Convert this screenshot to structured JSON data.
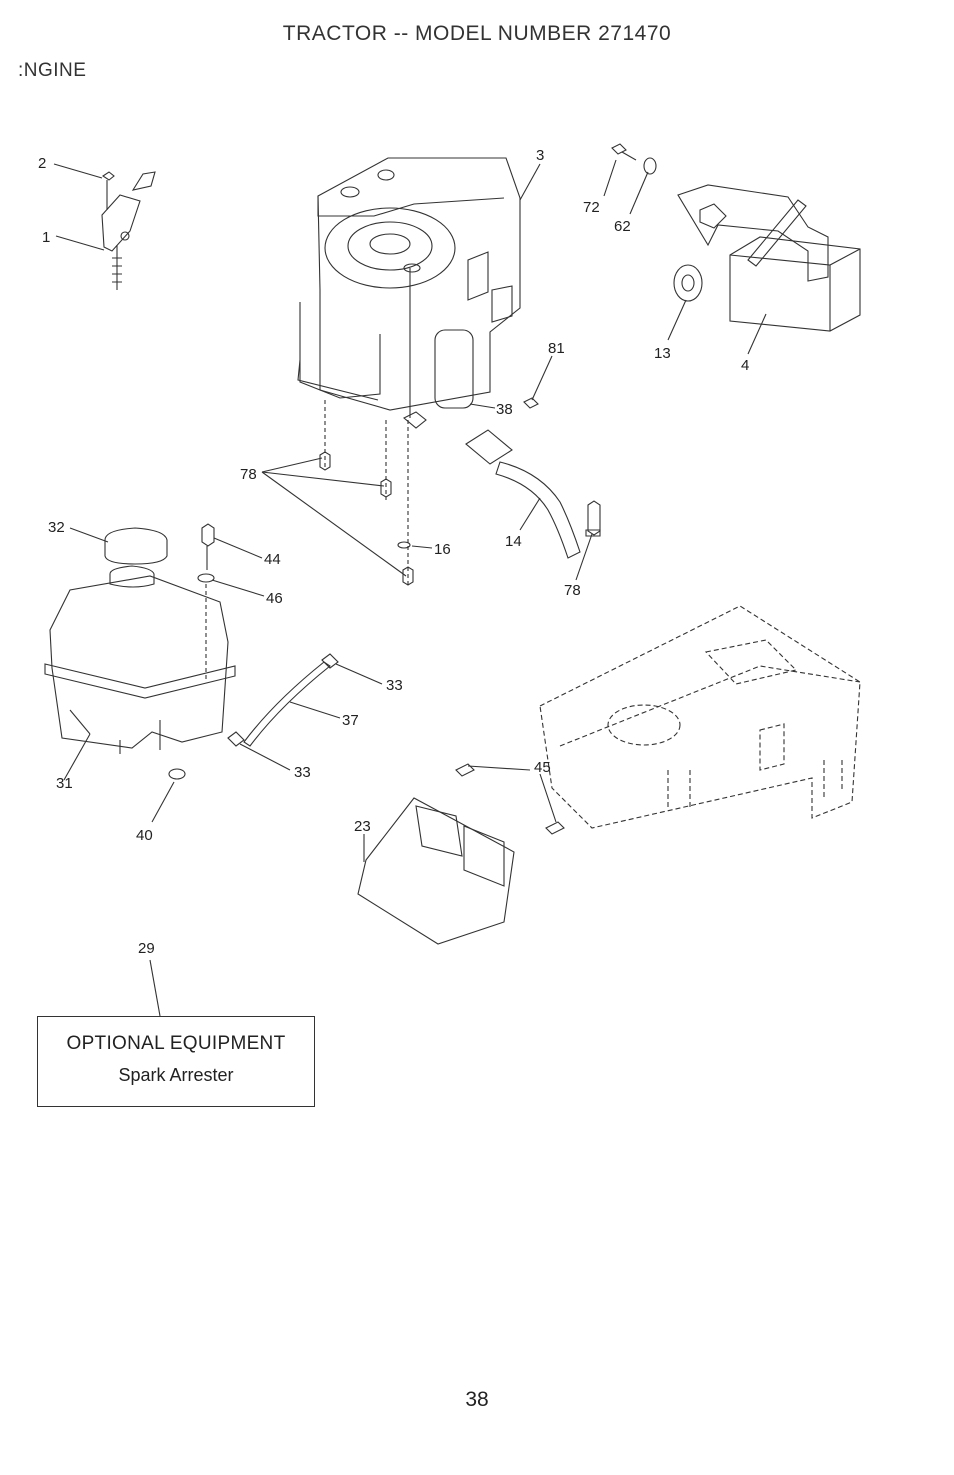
{
  "header": {
    "title": "TRACTOR -- MODEL NUMBER 271470",
    "section": ":NGINE"
  },
  "callouts": [
    {
      "id": "c2",
      "label": "2"
    },
    {
      "id": "c1",
      "label": "1"
    },
    {
      "id": "c3",
      "label": "3"
    },
    {
      "id": "c72",
      "label": "72"
    },
    {
      "id": "c62",
      "label": "62"
    },
    {
      "id": "c13",
      "label": "13"
    },
    {
      "id": "c4",
      "label": "4"
    },
    {
      "id": "c81",
      "label": "81"
    },
    {
      "id": "c38",
      "label": "38"
    },
    {
      "id": "c78a",
      "label": "78"
    },
    {
      "id": "c16",
      "label": "16"
    },
    {
      "id": "c14",
      "label": "14"
    },
    {
      "id": "c78b",
      "label": "78"
    },
    {
      "id": "c32",
      "label": "32"
    },
    {
      "id": "c44",
      "label": "44"
    },
    {
      "id": "c46",
      "label": "46"
    },
    {
      "id": "c33a",
      "label": "33"
    },
    {
      "id": "c37",
      "label": "37"
    },
    {
      "id": "c33b",
      "label": "33"
    },
    {
      "id": "c31",
      "label": "31"
    },
    {
      "id": "c40",
      "label": "40"
    },
    {
      "id": "c45",
      "label": "45"
    },
    {
      "id": "c23",
      "label": "23"
    },
    {
      "id": "c29",
      "label": "29"
    }
  ],
  "optional_equipment": {
    "heading": "OPTIONAL EQUIPMENT",
    "item": "Spark Arrester"
  },
  "footer": {
    "page_number": "38"
  },
  "colors": {
    "line": "#333333",
    "background": "#ffffff"
  }
}
